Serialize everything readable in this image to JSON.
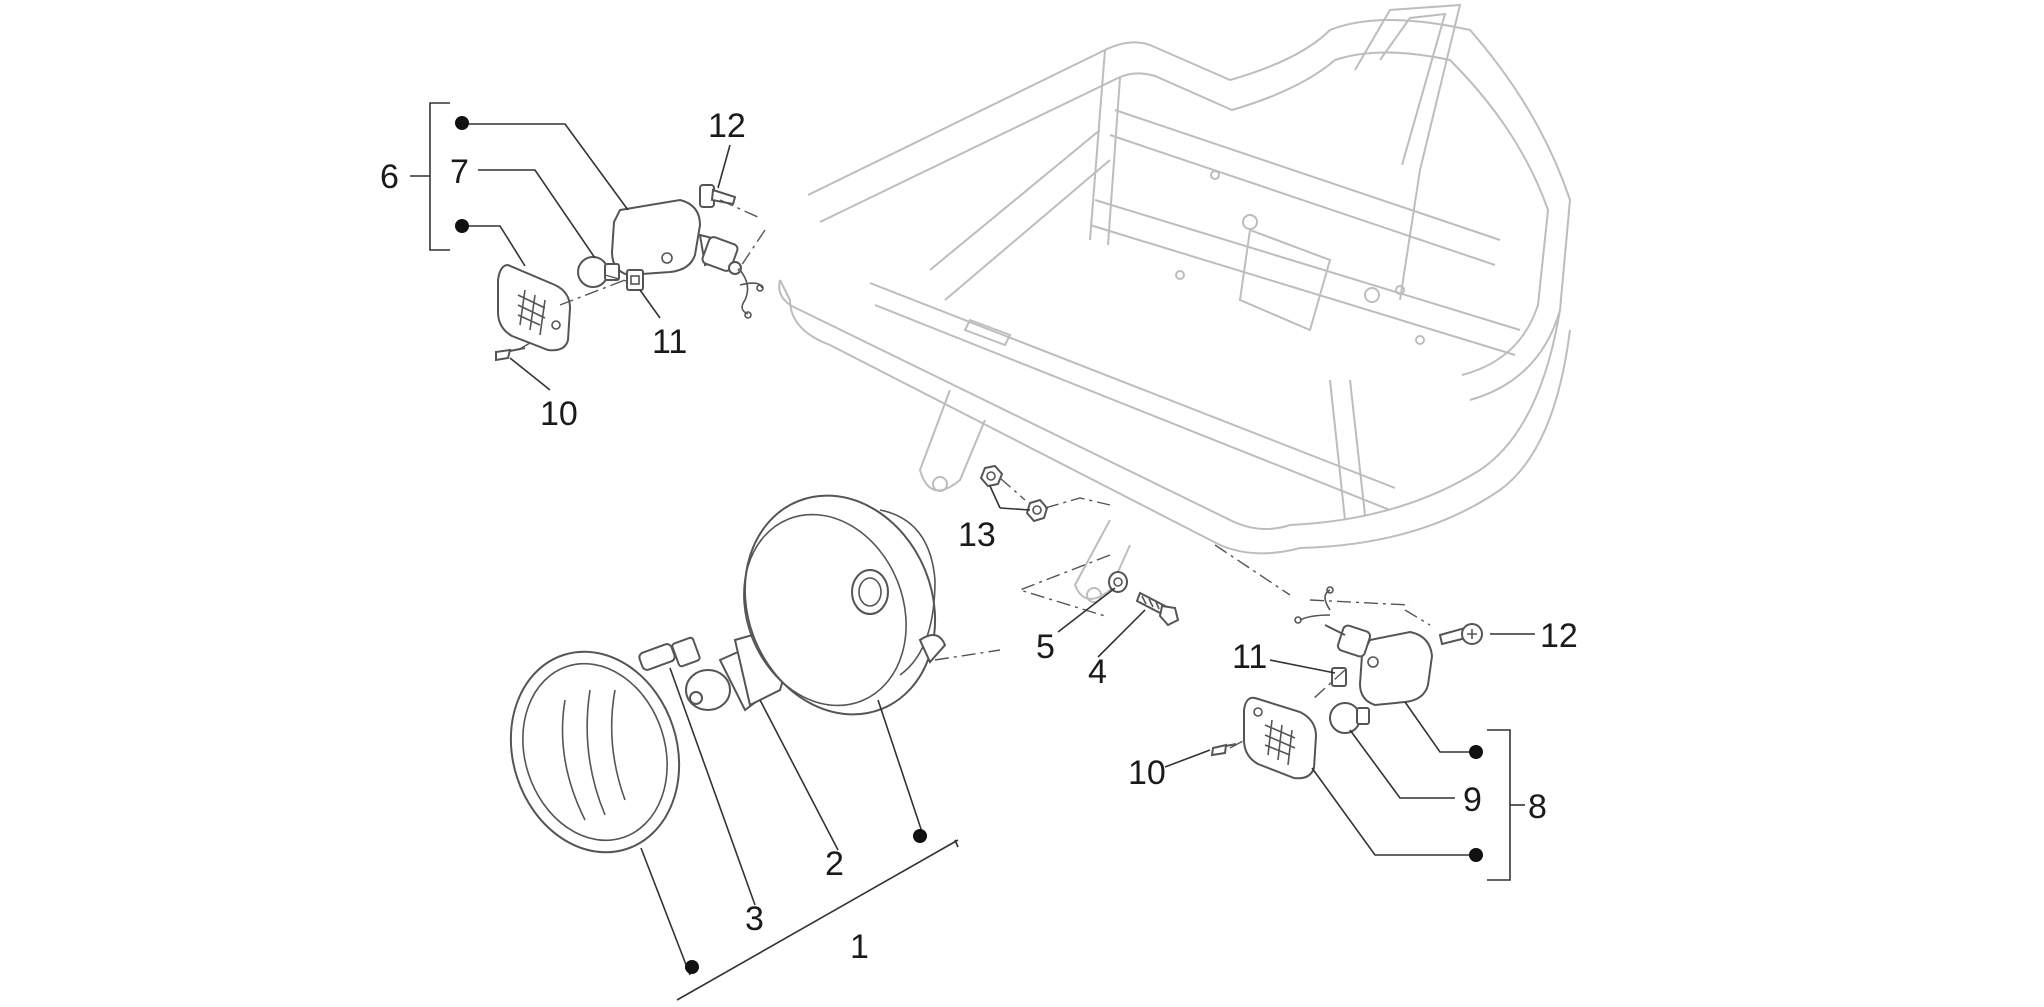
{
  "diagram": {
    "callouts": [
      {
        "id": "c1",
        "label": "1"
      },
      {
        "id": "c2",
        "label": "2"
      },
      {
        "id": "c3",
        "label": "3"
      },
      {
        "id": "c4",
        "label": "4"
      },
      {
        "id": "c5",
        "label": "5"
      },
      {
        "id": "c6",
        "label": "6"
      },
      {
        "id": "c7",
        "label": "7"
      },
      {
        "id": "c8",
        "label": "8"
      },
      {
        "id": "c9",
        "label": "9"
      },
      {
        "id": "c10a",
        "label": "10"
      },
      {
        "id": "c10b",
        "label": "10"
      },
      {
        "id": "c11a",
        "label": "11"
      },
      {
        "id": "c11b",
        "label": "11"
      },
      {
        "id": "c12a",
        "label": "12"
      },
      {
        "id": "c12b",
        "label": "12"
      },
      {
        "id": "c13",
        "label": "13"
      }
    ]
  }
}
